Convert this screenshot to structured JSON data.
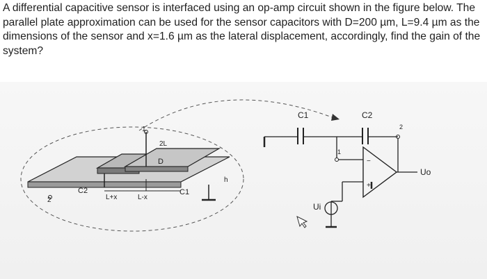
{
  "question": {
    "text": "A differential capacitive sensor is interfaced using an op-amp circuit shown in the figure below. The parallel plate approximation can be used for the sensor capacitors with D=200 µm, L=9.4 µm as the dimensions of the sensor and x=1.6 µm as the lateral displacement, accordingly, find the gain of the system?"
  },
  "sensor_figure": {
    "node_1": "1",
    "node_2": "2",
    "dim_2L": "2L",
    "dim_D": "D",
    "dim_h": "h",
    "cap_left": "C2",
    "cap_right": "C1",
    "len_left": "L+x",
    "len_right": "L-x"
  },
  "circuit_figure": {
    "cap_1": "C1",
    "cap_2": "C2",
    "node_1": "1",
    "node_2": "2",
    "input": "Ui",
    "output": "Uo"
  }
}
